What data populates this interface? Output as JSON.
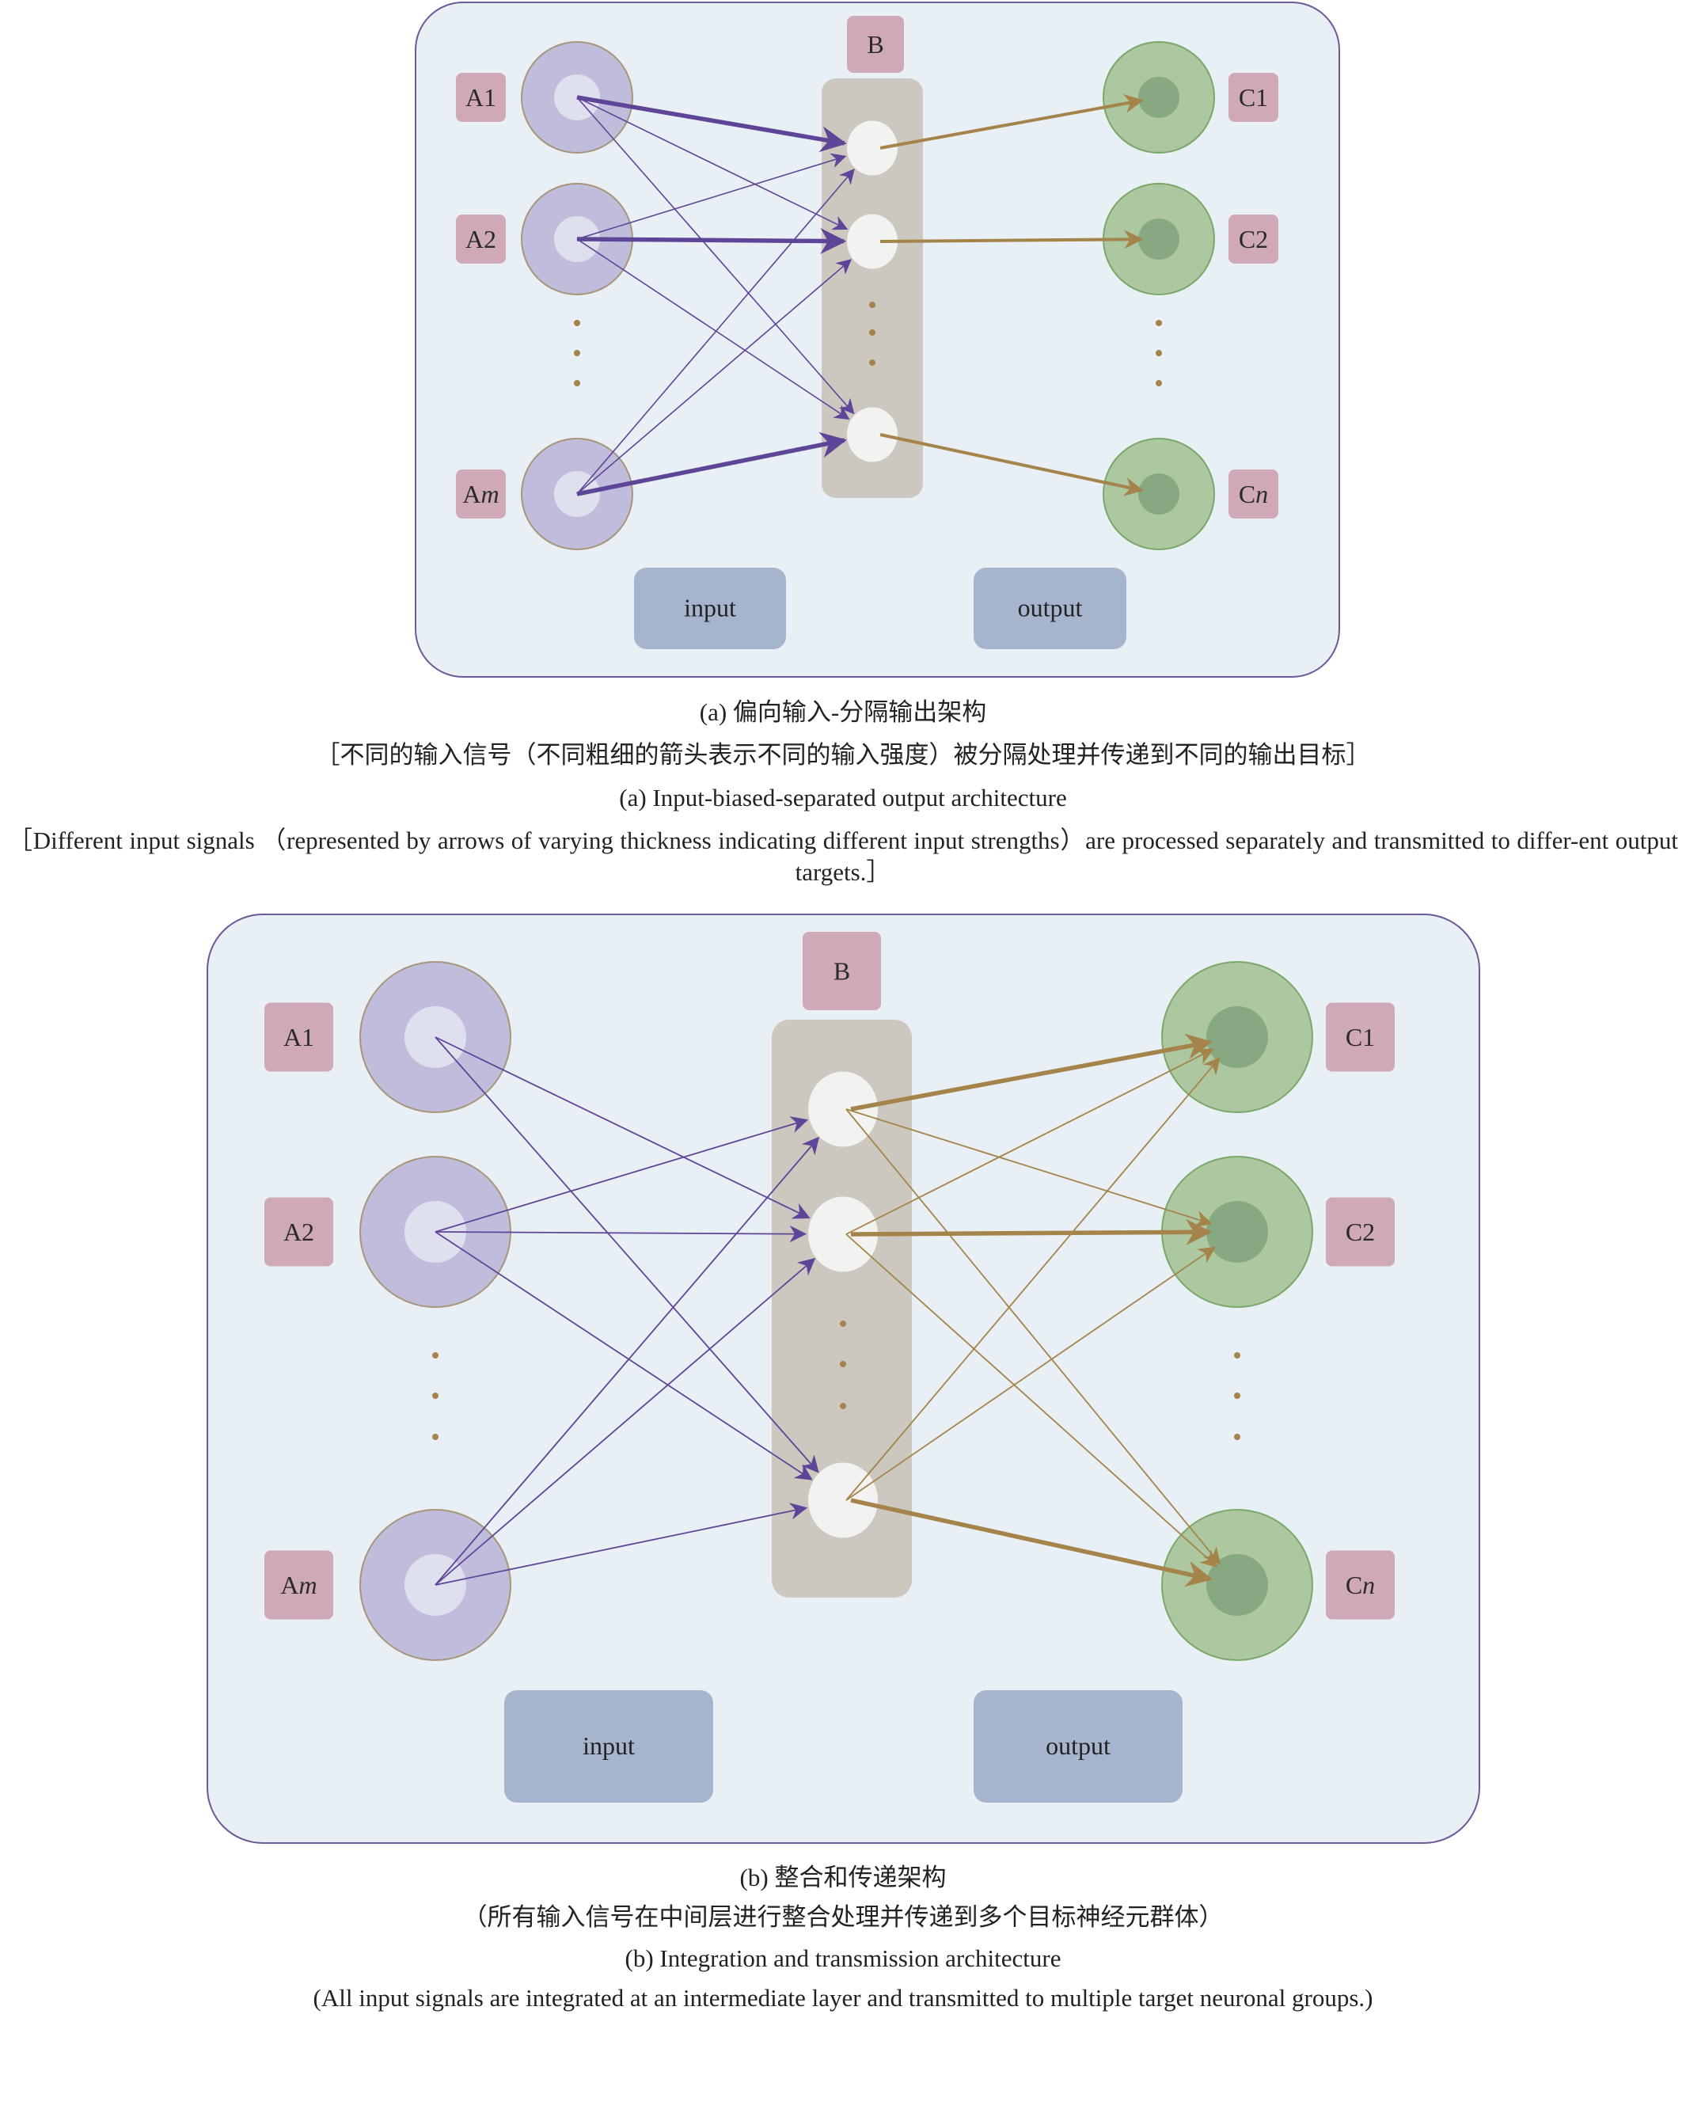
{
  "colors": {
    "panel_bg": "#e8eff5",
    "panel_border": "#6a5a9a",
    "input_outer": "#c0bddc",
    "input_inner": "#dfe0ee",
    "input_stroke": "#a8957a",
    "b_column": "#cdc8bf",
    "b_node": "#f2f2f0",
    "output_outer": "#adc7a0",
    "output_inner": "#87a982",
    "output_stroke": "#7aa86a",
    "label_box": "#d0a9b9",
    "io_box": "#a6b5cd",
    "purple_arrow": "#5f4597",
    "gold_arrow": "#a4844a",
    "dots": "#a4844a"
  },
  "panel_a": {
    "b_label": "B",
    "input_labels": [
      {
        "prefix": "A",
        "suffix": "1",
        "italic": false
      },
      {
        "prefix": "A",
        "suffix": "2",
        "italic": false
      },
      {
        "prefix": "A",
        "suffix": "m",
        "italic": true
      }
    ],
    "output_labels": [
      {
        "prefix": "C",
        "suffix": "1",
        "italic": false
      },
      {
        "prefix": "C",
        "suffix": "2",
        "italic": false
      },
      {
        "prefix": "C",
        "suffix": "n",
        "italic": true
      }
    ],
    "input_box": "input",
    "output_box": "output",
    "edges_in": [
      {
        "from": 0,
        "to": 0,
        "weight": "thick"
      },
      {
        "from": 0,
        "to": 1,
        "weight": "thin"
      },
      {
        "from": 0,
        "to": 2,
        "weight": "thin"
      },
      {
        "from": 1,
        "to": 0,
        "weight": "thin"
      },
      {
        "from": 1,
        "to": 1,
        "weight": "thick"
      },
      {
        "from": 1,
        "to": 2,
        "weight": "thin"
      },
      {
        "from": 2,
        "to": 0,
        "weight": "thin"
      },
      {
        "from": 2,
        "to": 1,
        "weight": "thin"
      },
      {
        "from": 2,
        "to": 2,
        "weight": "thick"
      }
    ],
    "edges_out": [
      {
        "from": 0,
        "to": 0,
        "weight": "medium"
      },
      {
        "from": 1,
        "to": 1,
        "weight": "medium"
      },
      {
        "from": 2,
        "to": 2,
        "weight": "medium"
      }
    ],
    "caption": {
      "zh_title": "(a) 偏向输入-分隔输出架构",
      "zh_desc": "［不同的输入信号（不同粗细的箭头表示不同的输入强度）被分隔处理并传递到不同的输出目标］",
      "en_title": "(a) Input-biased-separated output architecture",
      "en_desc": "［Different input signals （represented by arrows of varying thickness indicating different input strengths）are processed separately and transmitted to differ-ent output targets.］"
    }
  },
  "panel_b": {
    "b_label": "B",
    "input_labels": [
      {
        "prefix": "A",
        "suffix": "1",
        "italic": false
      },
      {
        "prefix": "A",
        "suffix": "2",
        "italic": false
      },
      {
        "prefix": "A",
        "suffix": "m",
        "italic": true
      }
    ],
    "output_labels": [
      {
        "prefix": "C",
        "suffix": "1",
        "italic": false
      },
      {
        "prefix": "C",
        "suffix": "2",
        "italic": false
      },
      {
        "prefix": "C",
        "suffix": "n",
        "italic": true
      }
    ],
    "input_box": "input",
    "output_box": "output",
    "edges_in": [
      {
        "from": 0,
        "to": 1,
        "weight": "thin"
      },
      {
        "from": 0,
        "to": 2,
        "weight": "thin"
      },
      {
        "from": 1,
        "to": 0,
        "weight": "thin"
      },
      {
        "from": 1,
        "to": 1,
        "weight": "thin"
      },
      {
        "from": 1,
        "to": 2,
        "weight": "thin"
      },
      {
        "from": 2,
        "to": 0,
        "weight": "thin"
      },
      {
        "from": 2,
        "to": 1,
        "weight": "thin"
      },
      {
        "from": 2,
        "to": 2,
        "weight": "thin"
      }
    ],
    "edges_out": [
      {
        "from": 0,
        "to": 0,
        "weight": "thick"
      },
      {
        "from": 0,
        "to": 1,
        "weight": "thin"
      },
      {
        "from": 0,
        "to": 2,
        "weight": "thin"
      },
      {
        "from": 1,
        "to": 0,
        "weight": "thin"
      },
      {
        "from": 1,
        "to": 1,
        "weight": "thick"
      },
      {
        "from": 1,
        "to": 2,
        "weight": "thin"
      },
      {
        "from": 2,
        "to": 0,
        "weight": "thin"
      },
      {
        "from": 2,
        "to": 1,
        "weight": "thin"
      },
      {
        "from": 2,
        "to": 2,
        "weight": "thick"
      }
    ],
    "caption": {
      "zh_title": "(b) 整合和传递架构",
      "zh_desc": "（所有输入信号在中间层进行整合处理并传递到多个目标神经元群体）",
      "en_title": "(b) Integration and transmission architecture",
      "en_desc": "(All input signals are integrated at an intermediate layer and transmitted to multiple target neuronal groups.)"
    }
  }
}
